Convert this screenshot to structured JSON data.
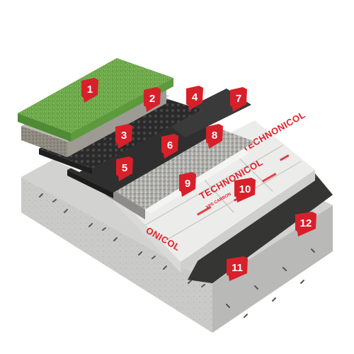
{
  "colors": {
    "marker_red": "#d7202a",
    "marker_text": "#ffffff",
    "brand_red": "#e1222b",
    "concrete": "#c9c9c7",
    "grass": "#6fa84a",
    "membrane_black": "#2e2e2e",
    "insulation": "#eeeded"
  },
  "brand": {
    "name": "TECHNONICOL",
    "name_partial": "ONICOL",
    "product": "XPS CARBON"
  },
  "markers": [
    {
      "id": 1,
      "label": "1",
      "layer": "grass-lawn"
    },
    {
      "id": 2,
      "label": "2",
      "layer": "soil-substrate"
    },
    {
      "id": 3,
      "label": "3",
      "layer": "filter-geotextile"
    },
    {
      "id": 4,
      "label": "4",
      "layer": "drainage-membrane"
    },
    {
      "id": 5,
      "label": "5",
      "layer": "separating-layer"
    },
    {
      "id": 6,
      "label": "6",
      "layer": "root-barrier"
    },
    {
      "id": 7,
      "label": "7",
      "layer": "protective-membrane"
    },
    {
      "id": 8,
      "label": "8",
      "layer": "gravel-layer"
    },
    {
      "id": 9,
      "label": "9",
      "layer": "geotextile"
    },
    {
      "id": 10,
      "label": "10",
      "layer": "xps-insulation"
    },
    {
      "id": 11,
      "label": "11",
      "layer": "bitumen-membrane"
    },
    {
      "id": 12,
      "label": "12",
      "layer": "concrete-slab"
    }
  ]
}
